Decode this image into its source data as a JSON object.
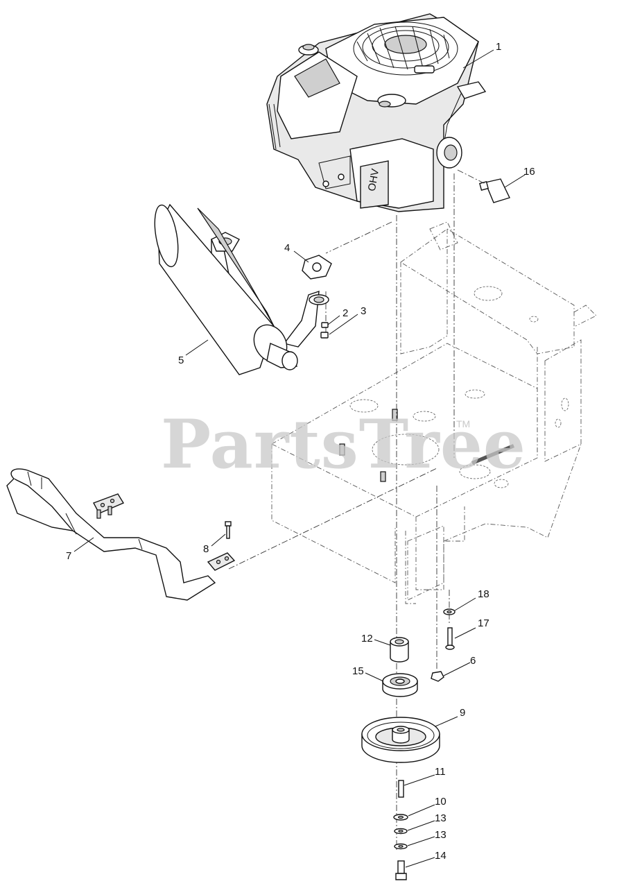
{
  "watermark": {
    "text": "PartsTree",
    "trademark": "TM"
  },
  "callouts": [
    {
      "id": "1",
      "label": "1"
    },
    {
      "id": "2",
      "label": "2"
    },
    {
      "id": "3",
      "label": "3"
    },
    {
      "id": "4",
      "label": "4"
    },
    {
      "id": "5",
      "label": "5"
    },
    {
      "id": "6",
      "label": "6"
    },
    {
      "id": "7",
      "label": "7"
    },
    {
      "id": "8",
      "label": "8"
    },
    {
      "id": "9",
      "label": "9"
    },
    {
      "id": "10",
      "label": "10"
    },
    {
      "id": "11",
      "label": "11"
    },
    {
      "id": "12",
      "label": "12"
    },
    {
      "id": "13a",
      "label": "13"
    },
    {
      "id": "13b",
      "label": "13"
    },
    {
      "id": "14",
      "label": "14"
    },
    {
      "id": "15",
      "label": "15"
    },
    {
      "id": "16",
      "label": "16"
    },
    {
      "id": "17",
      "label": "17"
    },
    {
      "id": "18",
      "label": "18"
    }
  ],
  "engine_decal": "OHV"
}
